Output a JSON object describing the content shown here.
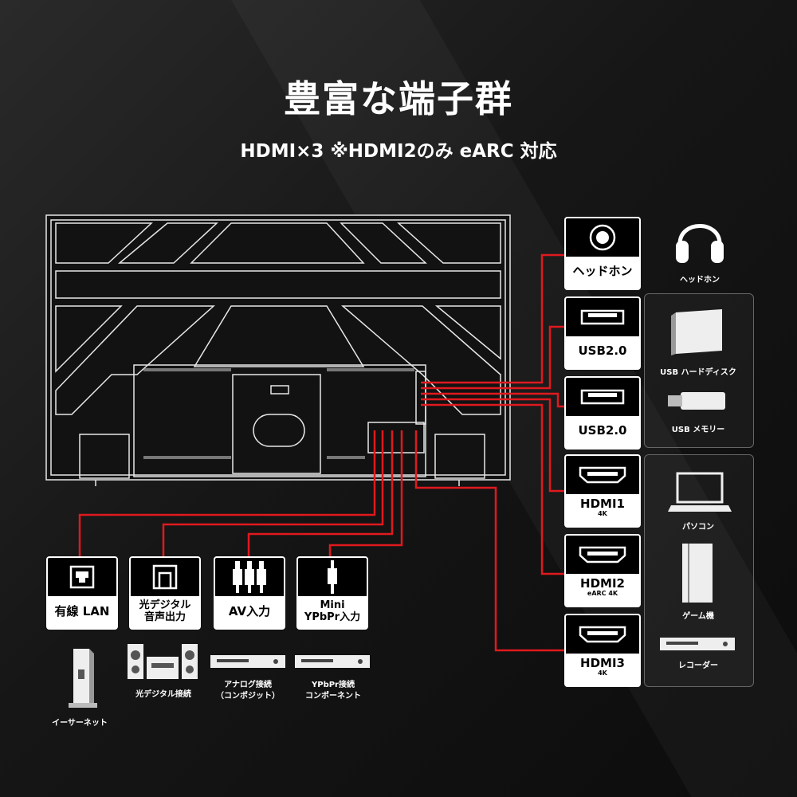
{
  "title": "豊富な端子群",
  "subtitle": "HDMI×3 ※HDMI2のみ eARC 対応",
  "accent_color": "#e0191e",
  "right_ports": [
    {
      "label": "ヘッドホン",
      "sub": "",
      "icon": "headphone-jack-icon"
    },
    {
      "label": "USB2.0",
      "sub": "",
      "icon": "usb-port-icon"
    },
    {
      "label": "USB2.0",
      "sub": "",
      "icon": "usb-port-icon"
    },
    {
      "label": "HDMI1",
      "sub": "4K",
      "icon": "hdmi-port-icon"
    },
    {
      "label": "HDMI2",
      "sub": "eARC 4K",
      "icon": "hdmi-port-icon"
    },
    {
      "label": "HDMI3",
      "sub": "4K",
      "icon": "hdmi-port-icon"
    }
  ],
  "bottom_ports": [
    {
      "label": "有線 LAN",
      "label2": "",
      "icon": "lan-port-icon"
    },
    {
      "label": "光デジタル",
      "label2": "音声出力",
      "icon": "optical-port-icon"
    },
    {
      "label": "AV入力",
      "label2": "",
      "icon": "rca-cable-icon"
    },
    {
      "label": "Mini",
      "label2": "YPbPr入力",
      "icon": "mini-plug-icon"
    }
  ],
  "devices": {
    "headphone": "ヘッドホン",
    "usb_hdd": "USB ハードディスク",
    "usb_memory": "USB メモリー",
    "pc": "パソコン",
    "game": "ゲーム機",
    "recorder": "レコーダー",
    "ethernet": "イーサーネット",
    "optical": "光デジタル接続",
    "analog_1": "アナログ接続",
    "analog_2": "（コンポジット）",
    "ypbpr_1": "YPbPr接続",
    "ypbpr_2": "コンポーネント"
  }
}
